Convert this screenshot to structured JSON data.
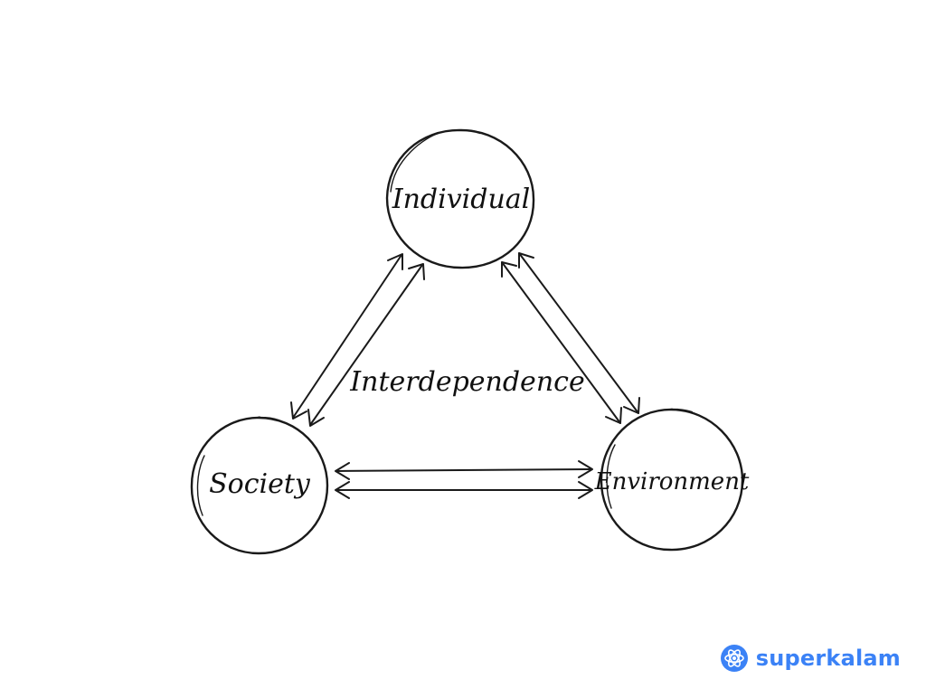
{
  "diagram": {
    "nodes": {
      "top": "Individual",
      "left": "Society",
      "right": "Environment"
    },
    "center_label": "Interdependence",
    "relations": [
      {
        "from": "Individual",
        "to": "Society",
        "direction": "bidirectional"
      },
      {
        "from": "Individual",
        "to": "Environment",
        "direction": "bidirectional"
      },
      {
        "from": "Society",
        "to": "Environment",
        "direction": "bidirectional"
      }
    ]
  },
  "watermark": {
    "text": "superkalam",
    "icon": "atom-flower-icon",
    "color": "#3b82f6"
  },
  "colors": {
    "ink": "#1a1a1a",
    "background": "#ffffff"
  }
}
